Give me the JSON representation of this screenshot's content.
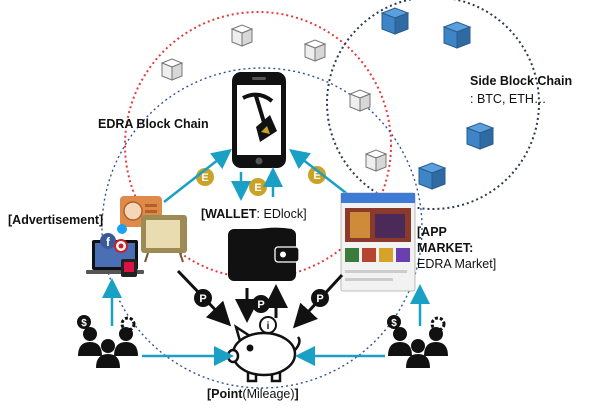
{
  "labels": {
    "edra_chain": "EDRA Block Chain",
    "side_chain_title": "Side Block Chain",
    "side_chain_sub": ": BTC, ETH…",
    "wallet_bold": "[WALLET",
    "wallet_rest": ": EDlock]",
    "advertisement": "[Advertisement]",
    "app_market_l1": "[APP",
    "app_market_l2": "MARKET:",
    "app_market_l3": "EDRA Market]",
    "point_bold1": "[Point",
    "point_rest": "(Mileage)",
    "point_bold2": "]"
  },
  "tokens": {
    "edra": "E",
    "point": "P",
    "info": "i"
  },
  "colors": {
    "edra_ring": "#e43b3b",
    "side_ring": "#2e3a4f",
    "inner_ring": "#2f5597",
    "flow_arrow": "#1aa0c4",
    "side_cube": "#3d85c6",
    "coin": "#c9a227",
    "point_token": "#111111"
  },
  "icons": [
    "smartphone-mining-icon",
    "wallet-icon",
    "piggy-bank-icon",
    "radio-icon",
    "tv-icon",
    "laptop-icon",
    "facebook-icon",
    "user-group-icon",
    "app-store-screen-icon"
  ]
}
